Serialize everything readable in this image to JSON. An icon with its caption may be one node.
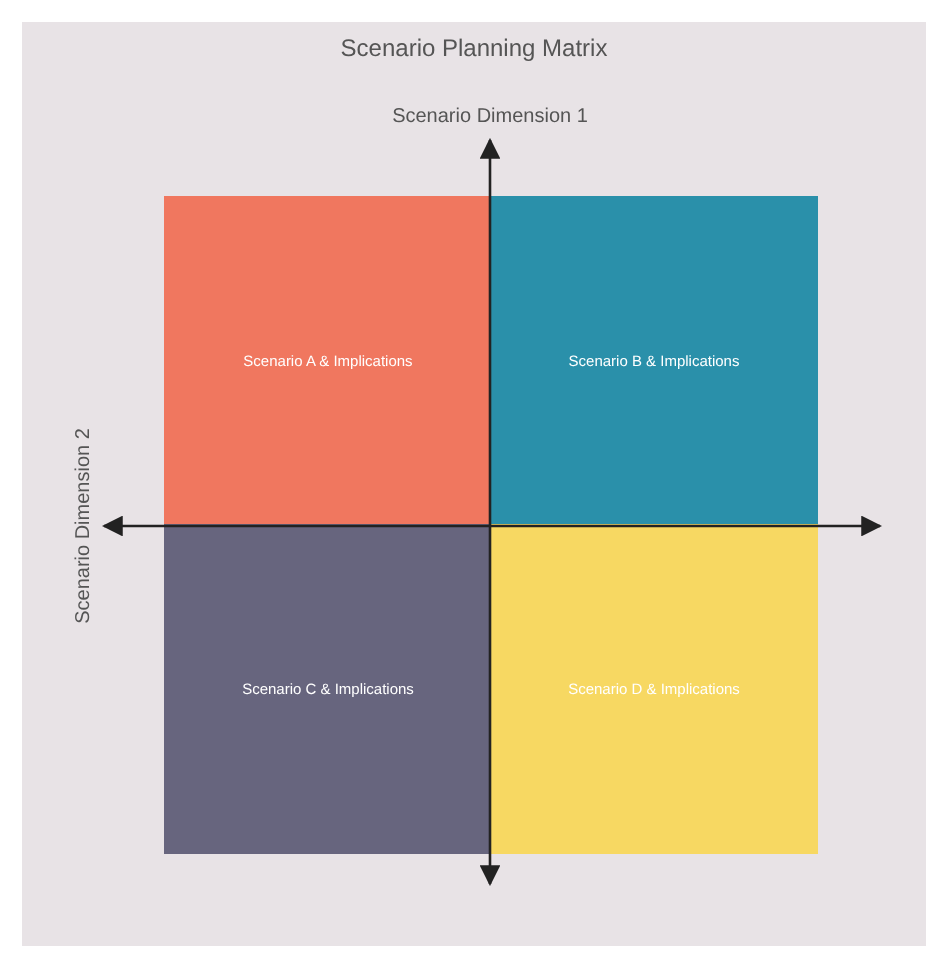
{
  "diagram": {
    "title": "Scenario Planning Matrix",
    "nodes": [
      {
        "text": [
          "Scenario A & Implications"
        ]
      },
      {
        "text": [
          "Scenario B & Implications"
        ]
      },
      {
        "text": [
          "Scenario C & Implications"
        ]
      },
      {
        "text": [
          "Scenario D & Implications"
        ]
      }
    ],
    "labels": [
      "Scenario Dimension 1",
      "Scenario Dimension 2"
    ]
  }
}
